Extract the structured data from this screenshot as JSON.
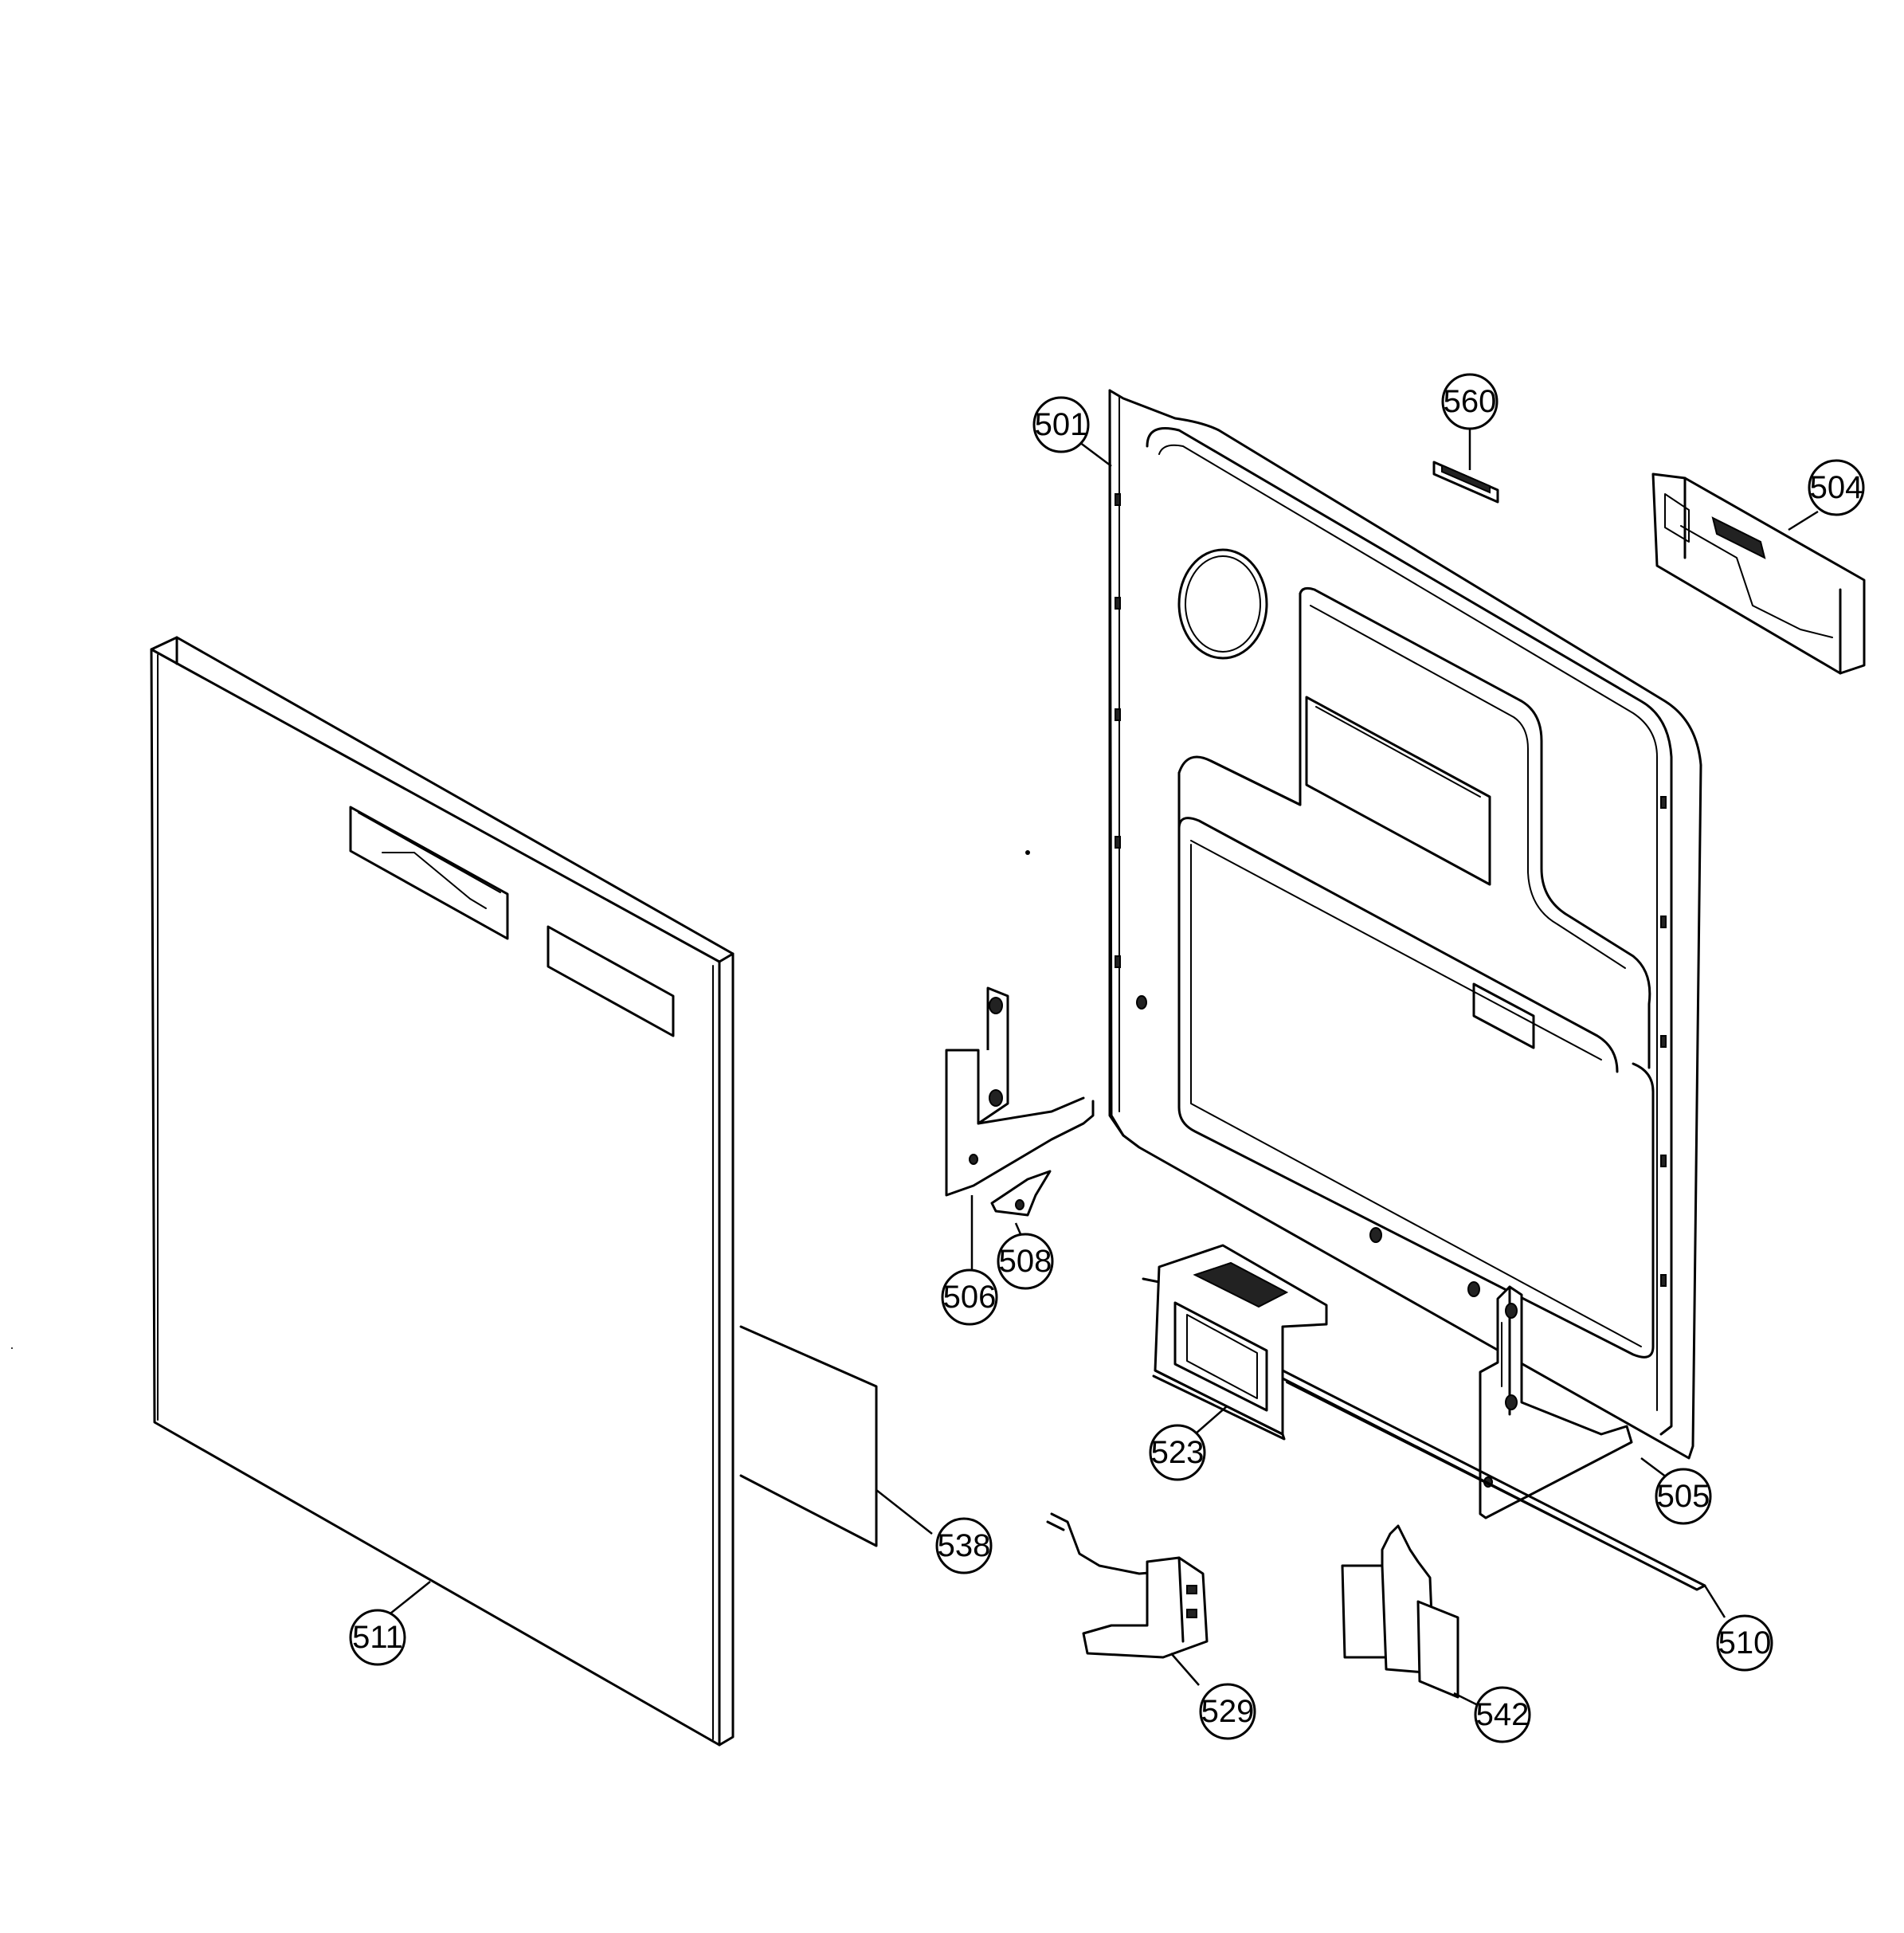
{
  "diagram": {
    "callouts": [
      {
        "id": "501",
        "label": "501"
      },
      {
        "id": "560",
        "label": "560"
      },
      {
        "id": "504",
        "label": "504"
      },
      {
        "id": "506",
        "label": "506"
      },
      {
        "id": "508",
        "label": "508"
      },
      {
        "id": "523",
        "label": "523"
      },
      {
        "id": "505",
        "label": "505"
      },
      {
        "id": "538",
        "label": "538"
      },
      {
        "id": "511",
        "label": "511"
      },
      {
        "id": "529",
        "label": "529"
      },
      {
        "id": "542",
        "label": "542"
      },
      {
        "id": "510",
        "label": "510"
      }
    ]
  }
}
